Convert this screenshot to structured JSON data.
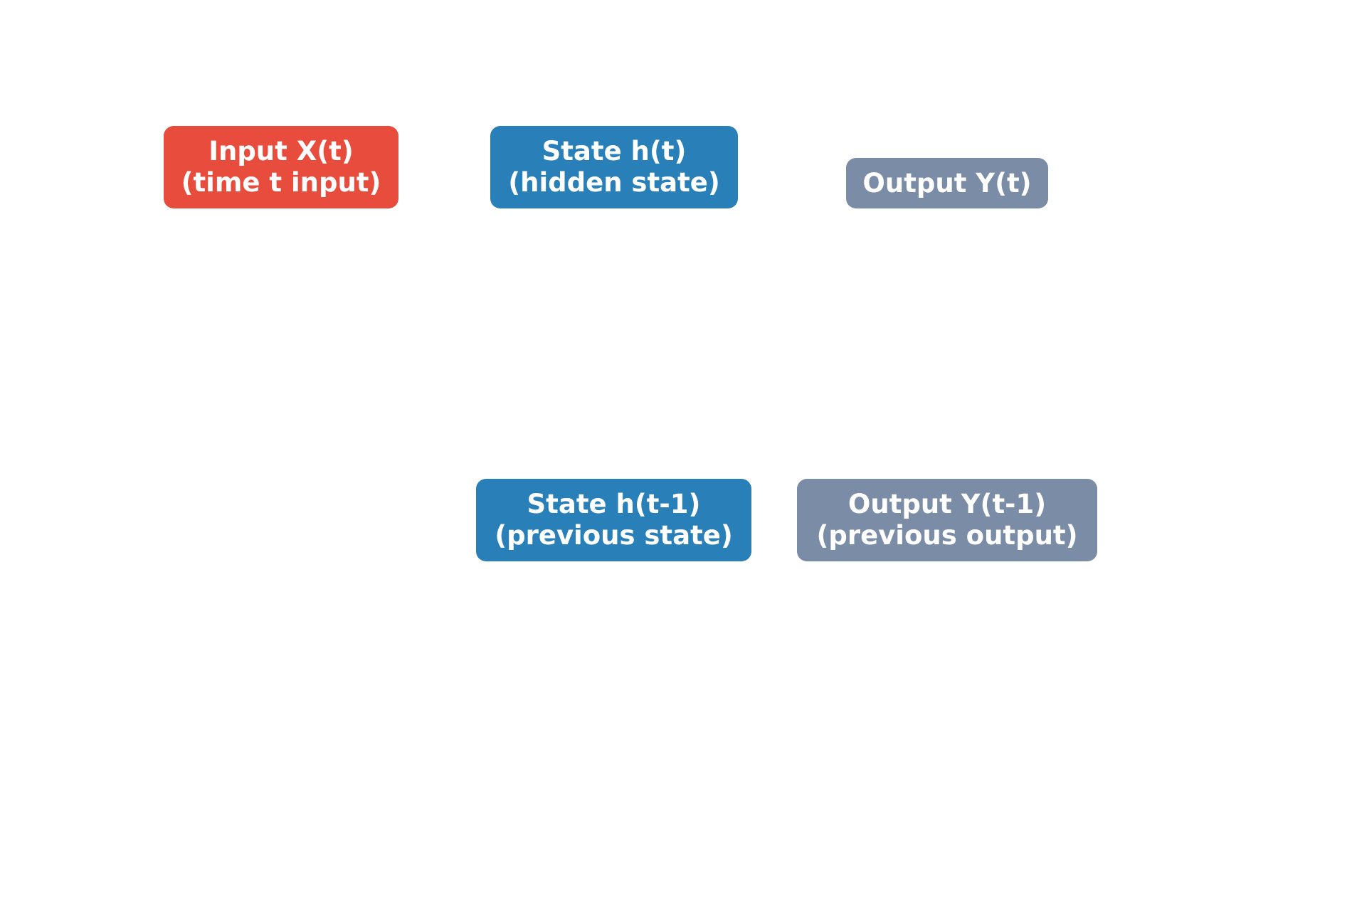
{
  "colors": {
    "input": "#e74c3c",
    "state": "#2980b9",
    "output": "#7b8ca6",
    "text": "#ffffff",
    "background": "#ffffff"
  },
  "nodes": {
    "input": {
      "line1": "Input X(t)",
      "line2": "(time t input)"
    },
    "state": {
      "line1": "State h(t)",
      "line2": "(hidden state)"
    },
    "output": {
      "line1": "Output Y(t)"
    },
    "prev_state": {
      "line1": "State h(t-1)",
      "line2": "(previous state)"
    },
    "prev_output": {
      "line1": "Output Y(t-1)",
      "line2": "(previous output)"
    }
  }
}
